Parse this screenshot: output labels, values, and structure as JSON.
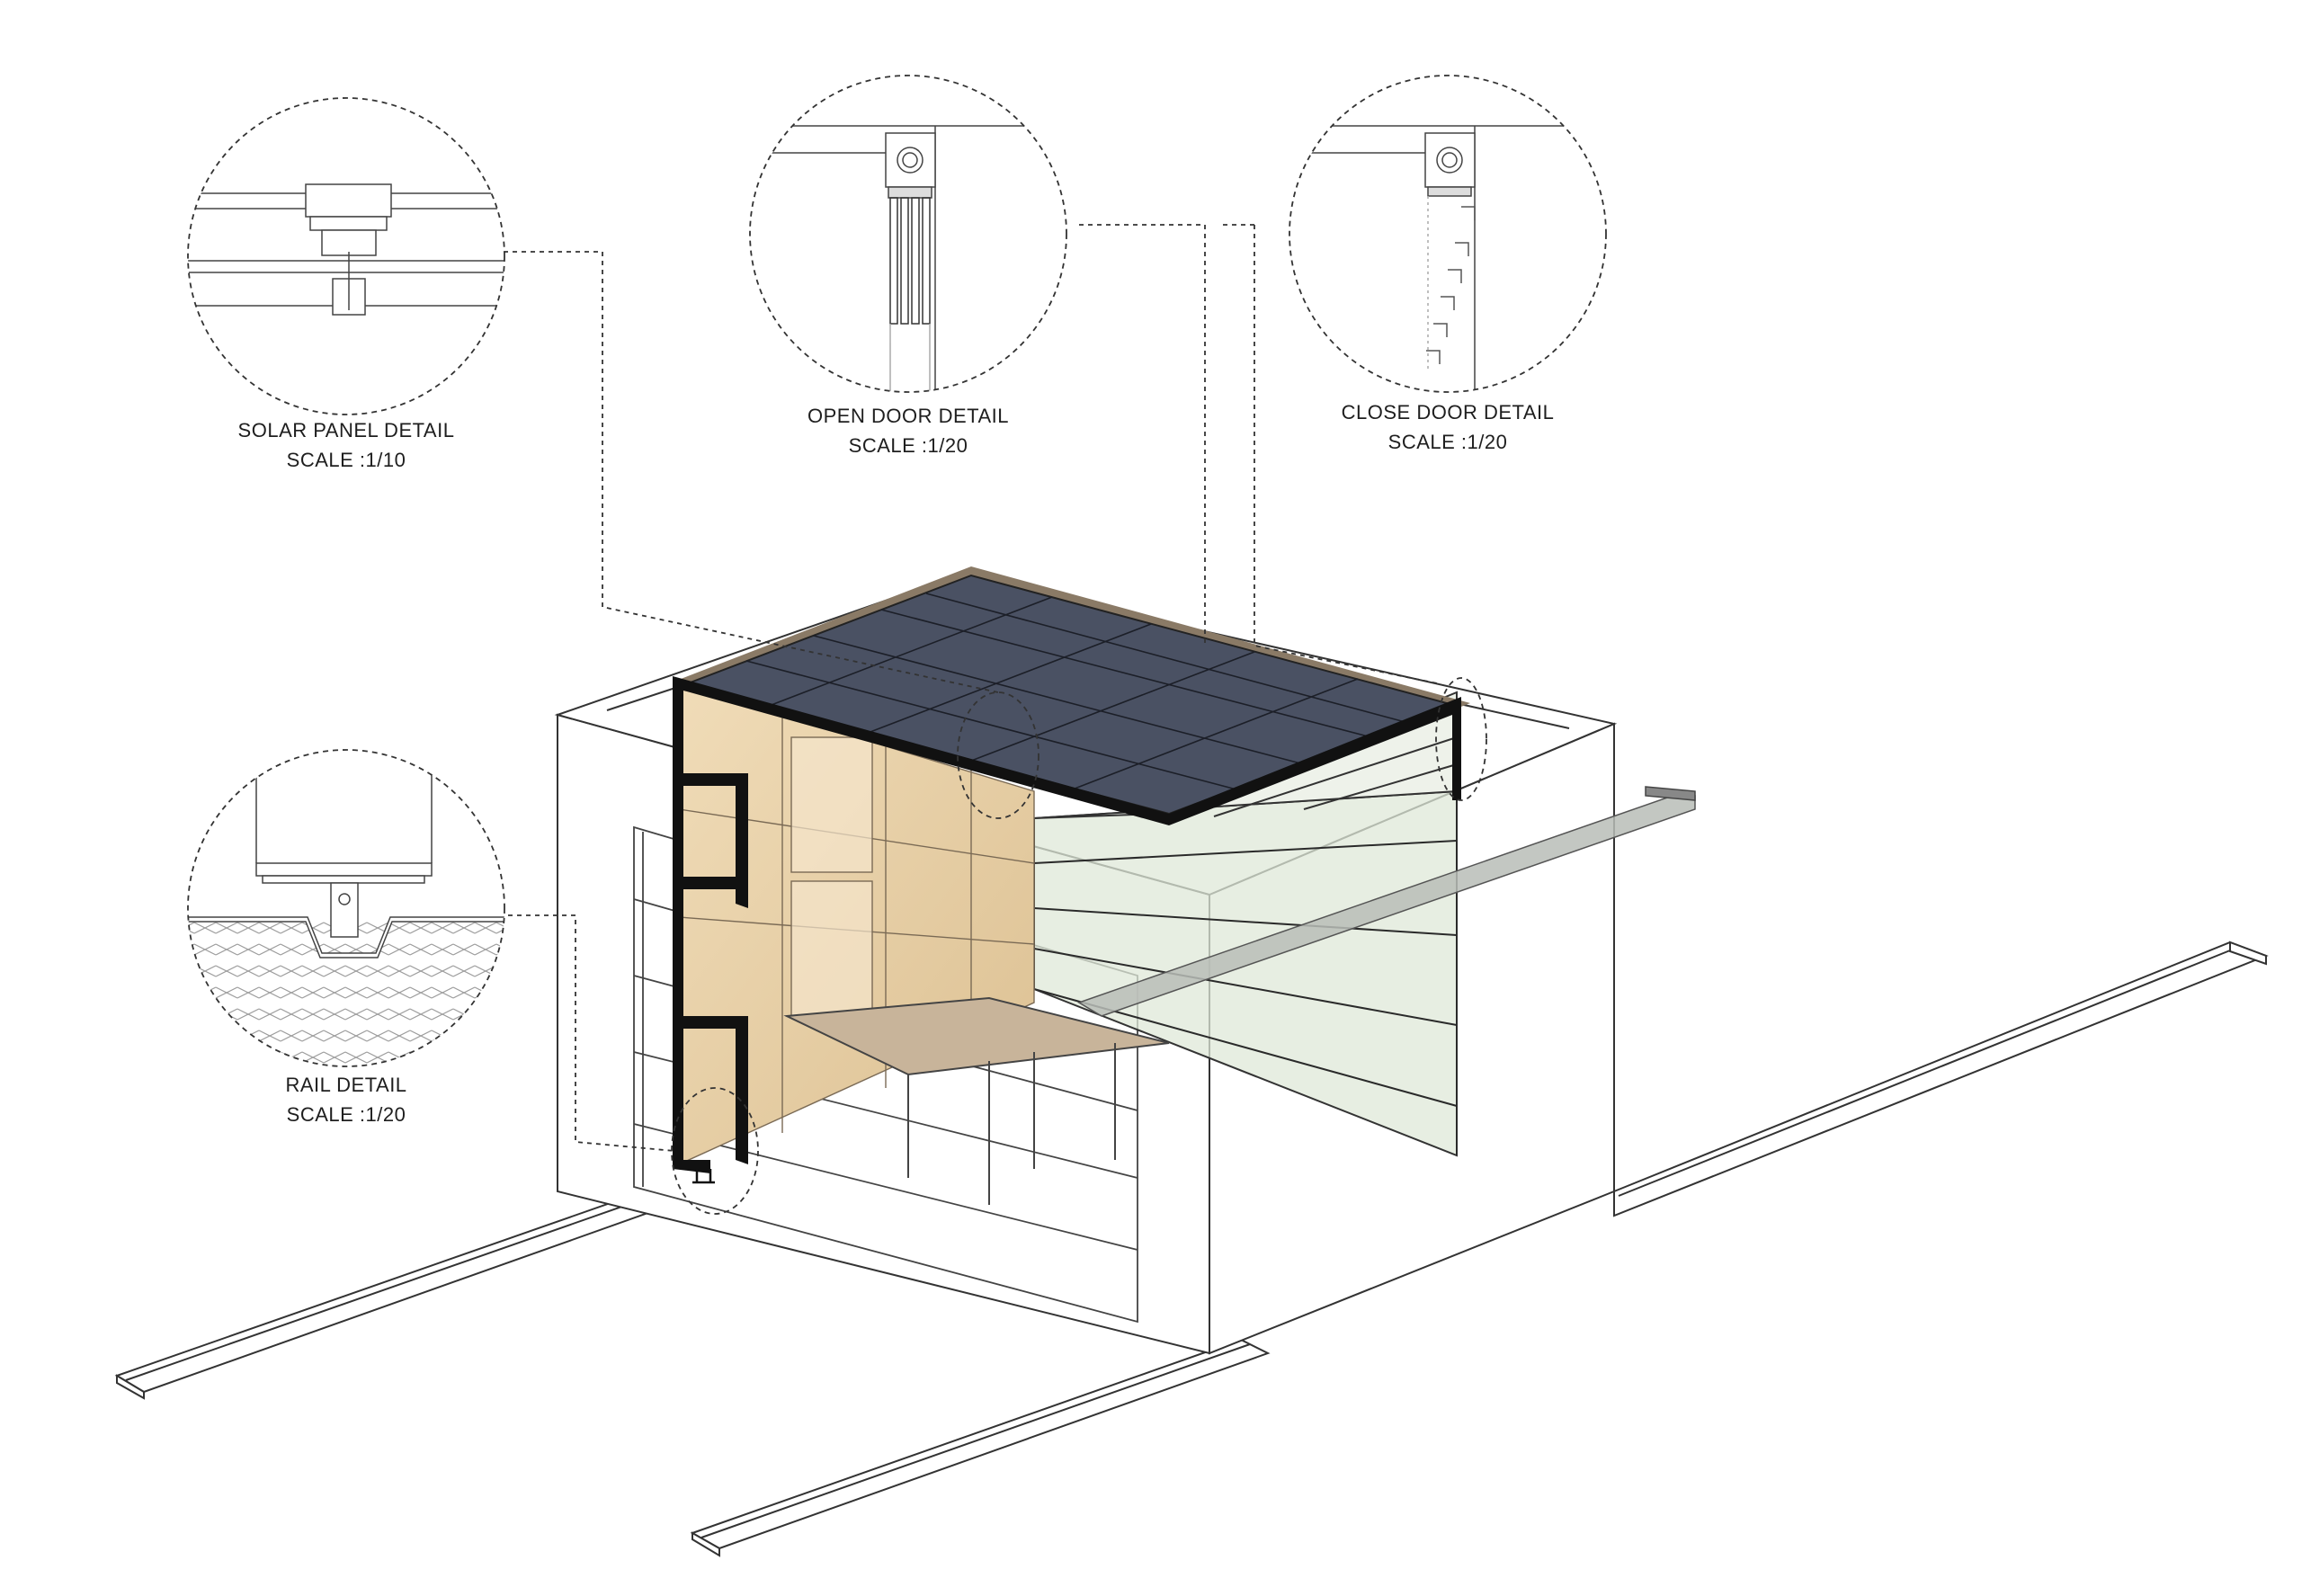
{
  "details": [
    {
      "id": "solar",
      "title": "SOLAR PANEL DETAIL",
      "scale": "SCALE :1/10"
    },
    {
      "id": "open",
      "title": "OPEN DOOR DETAIL",
      "scale": "SCALE :1/20"
    },
    {
      "id": "close",
      "title": "CLOSE DOOR DETAIL",
      "scale": "SCALE :1/20"
    },
    {
      "id": "rail",
      "title": "RAIL DETAIL",
      "scale": "SCALE :1/20"
    }
  ],
  "colors": {
    "solar_panel": "#4a5163",
    "frame": "#111111",
    "wood": "#e8cfa6",
    "glass": "#dfe8d8",
    "roof_edge": "#8a7a66",
    "line": "#333333"
  }
}
